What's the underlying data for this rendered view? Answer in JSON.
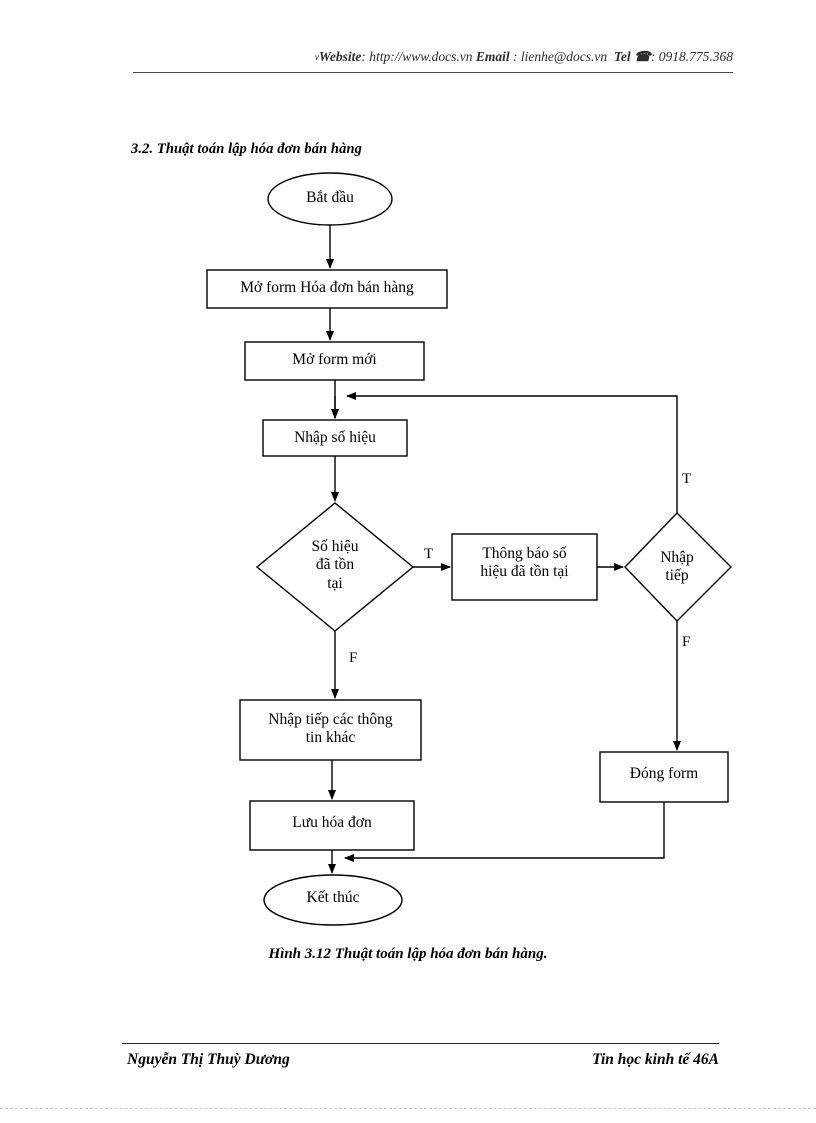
{
  "header": {
    "prefix": "v",
    "website_label": "Website",
    "website_sep": ": ",
    "website_url": "http://www.docs.vn",
    "email_label": "Email",
    "email_sep": " : ",
    "email_value": "lienhe@docs.vn",
    "tel_label": "Tel",
    "tel_icon": "☎",
    "tel_sep": ": ",
    "tel_value": "0918.775.368",
    "full_text": "vWebsite : http://www.docs.vn Email : lienhe@docs.vn Tel ☎ : 0918.775.368"
  },
  "section": {
    "heading": "3.2. Thuật toán lập hóa đơn bán hàng"
  },
  "figure": {
    "caption": "Hình 3.12 Thuật toán lập hóa đơn bán hàng."
  },
  "footer": {
    "author": "Nguyễn Thị Thuỳ Dương",
    "course": "Tin học kinh tế 46A"
  },
  "flowchart": {
    "title": "Thuật toán lập hóa đơn bán hàng",
    "stroke_color": "#000000",
    "fill_color": "#ffffff",
    "nodes": [
      {
        "id": "start",
        "type": "terminator",
        "label": "Bắt đầu"
      },
      {
        "id": "open_form",
        "type": "process",
        "label": "Mở form Hóa đơn bán hàng"
      },
      {
        "id": "new_form",
        "type": "process",
        "label": "Mở form mới"
      },
      {
        "id": "input_no",
        "type": "process",
        "label": "Nhập số hiệu"
      },
      {
        "id": "exists",
        "type": "decision",
        "label": "Số hiệu\nđã tồn\ntại"
      },
      {
        "id": "notify",
        "type": "process",
        "label": "Thông báo số\nhiệu đã tồn tại"
      },
      {
        "id": "continue",
        "type": "decision",
        "label": "Nhập\ntiếp"
      },
      {
        "id": "more_info",
        "type": "process",
        "label": "Nhập tiếp các thông\ntin khác"
      },
      {
        "id": "save",
        "type": "process",
        "label": "Lưu hóa đơn"
      },
      {
        "id": "close_form",
        "type": "process",
        "label": "Đóng form"
      },
      {
        "id": "end",
        "type": "terminator",
        "label": "Kết thúc"
      }
    ],
    "edges": [
      {
        "from": "start",
        "to": "open_form",
        "label": ""
      },
      {
        "from": "open_form",
        "to": "new_form",
        "label": ""
      },
      {
        "from": "new_form",
        "to": "input_no",
        "label": ""
      },
      {
        "from": "input_no",
        "to": "exists",
        "label": ""
      },
      {
        "from": "exists",
        "to": "notify",
        "label": "T"
      },
      {
        "from": "exists",
        "to": "more_info",
        "label": "F"
      },
      {
        "from": "notify",
        "to": "continue",
        "label": ""
      },
      {
        "from": "continue",
        "to": "input_no",
        "label": "T"
      },
      {
        "from": "continue",
        "to": "close_form",
        "label": "F"
      },
      {
        "from": "more_info",
        "to": "save",
        "label": ""
      },
      {
        "from": "save",
        "to": "end",
        "label": ""
      },
      {
        "from": "close_form",
        "to": "end",
        "label": ""
      }
    ],
    "edge_labels": {
      "exists_true": "T",
      "exists_false": "F",
      "continue_true": "T",
      "continue_false": "F"
    }
  }
}
